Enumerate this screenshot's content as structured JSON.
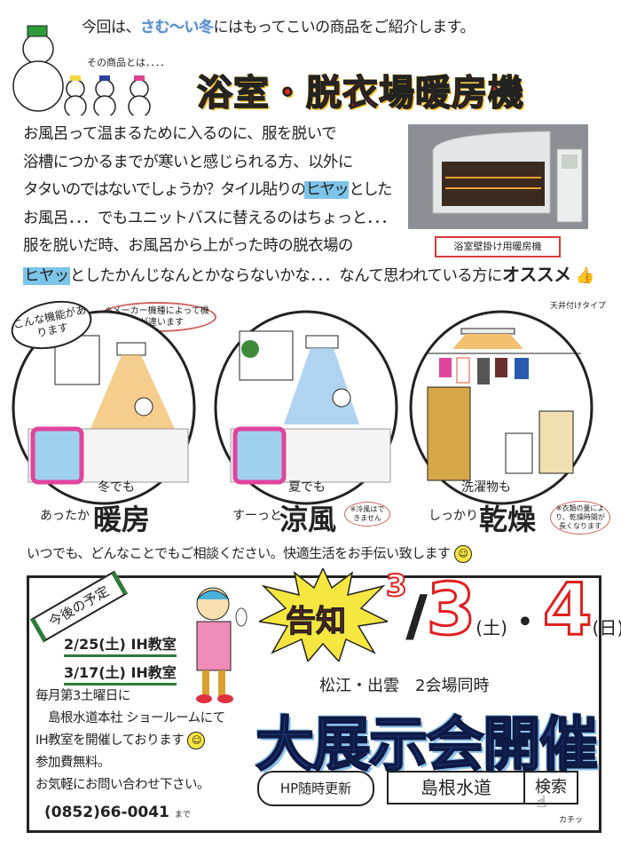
{
  "header": {
    "intro_prefix": "今回は、",
    "intro_cold": "さむ〜い冬",
    "intro_suffix": "にはもってこいの商品をご紹介します。",
    "subtitle": "その商品とは．．．．",
    "title": "浴室・脱衣場暖房機"
  },
  "body": {
    "lines": [
      "お風呂って温まるために入るのに、服を脱いで",
      "浴槽につかるまでが寒いと感じられる方、以外に",
      "タタいのではないでしょうか？タイル貼りの"
    ],
    "line3_hl": "ヒヤッ",
    "line3_end": "とした",
    "line4": "お風呂．．．でもユニットバスに替えるのはちょっと．．．",
    "line5": "服を脱いだ時、お風呂から上がった時の脱衣場の",
    "line6_hl": "ヒヤッ",
    "line6_mid": "としたかんじなんとかならないかな．．．なんて思われている方に",
    "line6_end": "オススメ"
  },
  "photo_caption": "浴室壁掛け用暖房機",
  "features": {
    "bubble": "こんな機能があります",
    "maker_note": "※メーカー機種によって機能が違います",
    "ceiling_note": "天井付けタイプ",
    "items": [
      {
        "top": "冬でも",
        "side": "あったか",
        "main": "暖房",
        "note": ""
      },
      {
        "top": "夏でも",
        "side": "すーっと",
        "main": "涼風",
        "note": "※冷風はできません"
      },
      {
        "top": "洗濯物も",
        "side": "しっかり",
        "main": "乾燥",
        "note": "※衣類の量により、乾燥時間が長くなります"
      }
    ]
  },
  "consult": "いつでも、どんなことでもご相談ください。快適生活をお手伝い致します",
  "schedule": {
    "tag": "今後の予定",
    "items": [
      "2/25(土) IH教室",
      "3/17(土) IH教室"
    ],
    "para": [
      "毎月第3土曜日に",
      "　島根水道本社 ショールームにて",
      "IH教室を開催しております",
      "参加費無料。",
      "お気軽にお問い合わせ下さい。"
    ],
    "phone": "(0852)66-0041",
    "phone_suffix": "まで"
  },
  "event": {
    "announce": "告知",
    "month": "3",
    "day1": "3",
    "day1_wd": "(土)",
    "sep": "・",
    "day2": "4",
    "day2_wd": "(日)",
    "venue": "松江・出雲　2会場同時",
    "headline": "大展示会開催",
    "hp": "HP随時更新",
    "search_text": "島根水道",
    "search_button": "検索",
    "click_sfx": "カチッ"
  },
  "colors": {
    "title_red": "#e8281c",
    "highlight_blue": "#7cc4e8",
    "headline_navy": "#203a84",
    "accent_green": "#2f7a3a"
  }
}
